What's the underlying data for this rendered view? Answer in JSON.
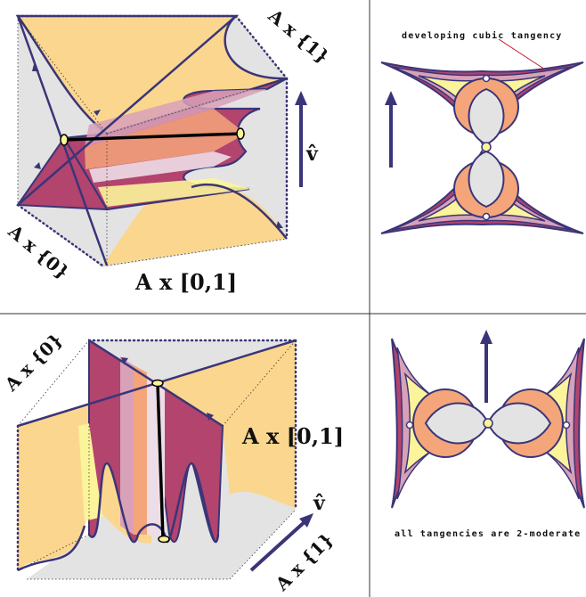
{
  "panels": {
    "top_left": {
      "label_A_x_1": "A x {1}",
      "label_A_x_0": "A x {0}",
      "label_A_x_01": "A x [0,1]",
      "vector_label": "v̂"
    },
    "top_right": {
      "annotation": "developing cubic tangency"
    },
    "bottom_left": {
      "label_A_x_0": "A x {0}",
      "label_A_x_01": "A x [0,1]",
      "label_A_x_1": "A x {1}",
      "vector_label": "v̂"
    },
    "bottom_right": {
      "annotation": "all tangencies are 2-moderate"
    }
  },
  "colors": {
    "orange_light": "#FBD68E",
    "magenta": "#B2446E",
    "pink": "#D8A1B8",
    "peach": "#F4A57A",
    "lavender": "#EDDDE6",
    "yellow": "#FBF49A",
    "grey": "#E3E3E3",
    "outline": "#3A3578"
  }
}
